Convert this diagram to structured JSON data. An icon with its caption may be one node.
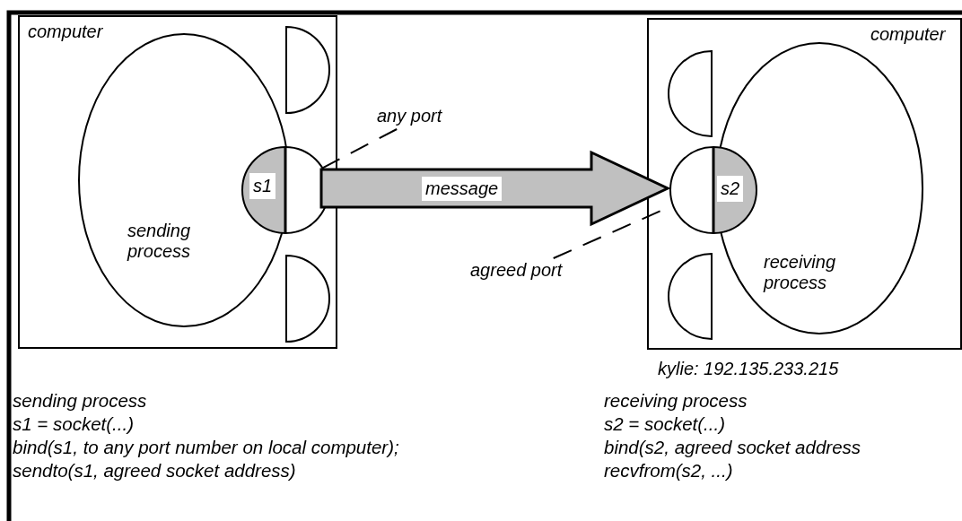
{
  "diagram": {
    "nodes": [
      {
        "text": [
          "computer"
        ]
      },
      {
        "text": [
          "sending process"
        ],
        "in": 0
      },
      {
        "text": [
          "s1"
        ],
        "in": 0
      },
      {
        "text": [],
        "shape": "semicircle",
        "in": 0
      },
      {
        "text": [],
        "shape": "semicircle",
        "in": 0
      },
      {
        "text": [
          "computer"
        ],
        "beside": [
          "kylie: 192.135.233.215"
        ]
      },
      {
        "text": [],
        "shape": "semicircle",
        "in": 5
      },
      {
        "text": [],
        "shape": "semicircle",
        "in": 5
      },
      {
        "text": [
          "receiving process"
        ],
        "in": 5
      },
      {
        "text": [
          "s2"
        ],
        "in": 5
      },
      {
        "text": [
          "any port"
        ]
      },
      {
        "text": [
          "agreed port"
        ]
      }
    ],
    "edges": [
      {
        "from": 2,
        "to": 9,
        "arrow": "to",
        "label": "message",
        "style": "thick"
      },
      {
        "from": 10,
        "to": 2,
        "arrow": "none",
        "style": "dashed"
      },
      {
        "from": 11,
        "to": 9,
        "arrow": "none",
        "style": "dashed"
      }
    ],
    "labels": [
      "sending process",
      "s1 = socket(...)",
      "bind(s1, to any port number on local computer);",
      "sendto(s1, agreed socket address)",
      "receiving process",
      "s2 = socket(...)",
      "bind(s2, agreed socket address",
      "recvfrom(s2, ...)"
    ]
  }
}
